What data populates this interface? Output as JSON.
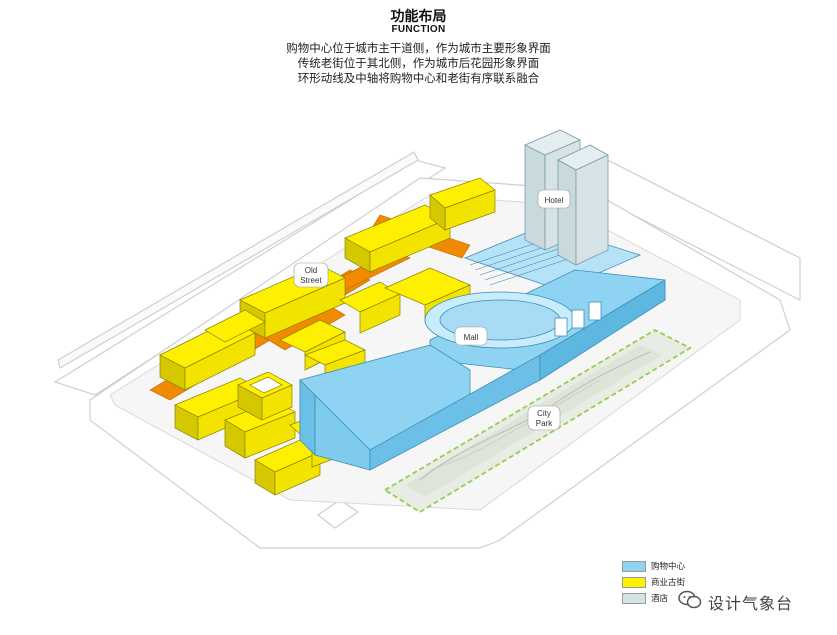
{
  "header": {
    "title_cn": "功能布局",
    "title_en": "FUNCTION",
    "desc_line1": "购物中心位于城市主干道侧，作为城市主要形象界面",
    "desc_line2": "传统老街位于其北侧，作为城市后花园形象界面",
    "desc_line3": "环形动线及中轴将购物中心和老街有序联系融合"
  },
  "labels": {
    "hotel": "Hotel",
    "old_street_1": "Old",
    "old_street_2": "Street",
    "mall": "Mall",
    "city_park_1": "City",
    "city_park_2": "Park"
  },
  "legend": {
    "items": [
      {
        "label": "购物中心",
        "color": "#8fd3f2"
      },
      {
        "label": "商业古街",
        "color": "#ffef00"
      },
      {
        "label": "酒店",
        "color": "#d6e3e6"
      }
    ]
  },
  "watermark": {
    "text": "设计气象台",
    "icon": "wechat-icon"
  },
  "colors": {
    "mall": "#8fd3f2",
    "old_street": "#ffef00",
    "hotel": "#d6e3e6",
    "walkway": "#f08a00",
    "park_border": "#8fd14f"
  }
}
